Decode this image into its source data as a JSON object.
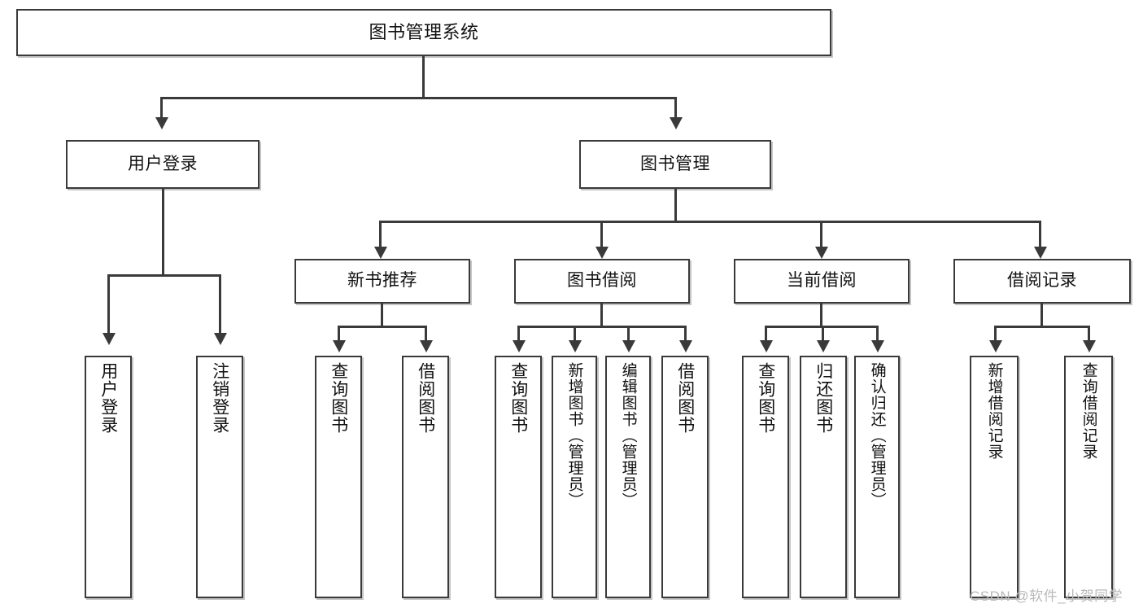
{
  "diagram": {
    "type": "tree-hierarchy",
    "title": "图书管理系统",
    "root": {
      "label": "图书管理系统"
    },
    "level1": [
      {
        "label": "用户登录"
      },
      {
        "label": "图书管理"
      }
    ],
    "level2": [
      {
        "label": "新书推荐"
      },
      {
        "label": "图书借阅"
      },
      {
        "label": "当前借阅"
      },
      {
        "label": "借阅记录"
      }
    ],
    "leaves": {
      "user_login": [
        {
          "label": "用户登录"
        },
        {
          "label": "注销登录"
        }
      ],
      "new_book_recommend": [
        {
          "label": "查询图书"
        },
        {
          "label": "借阅图书"
        }
      ],
      "book_borrow": [
        {
          "label": "查询图书"
        },
        {
          "label": "新增图书（管理员）"
        },
        {
          "label": "编辑图书（管理员）"
        },
        {
          "label": "借阅图书"
        }
      ],
      "current_borrow": [
        {
          "label": "查询图书"
        },
        {
          "label": "归还图书"
        },
        {
          "label": "确认归还（管理员）"
        }
      ],
      "borrow_record": [
        {
          "label": "新增借阅记录"
        },
        {
          "label": "查询借阅记录"
        }
      ]
    }
  },
  "watermark": {
    "text": "CSDN @软件_小贺同学"
  },
  "colors": {
    "stroke": "#3a3a3a",
    "fill": "#ffffff",
    "text": "#111111",
    "watermark": "#b9b9b9"
  }
}
